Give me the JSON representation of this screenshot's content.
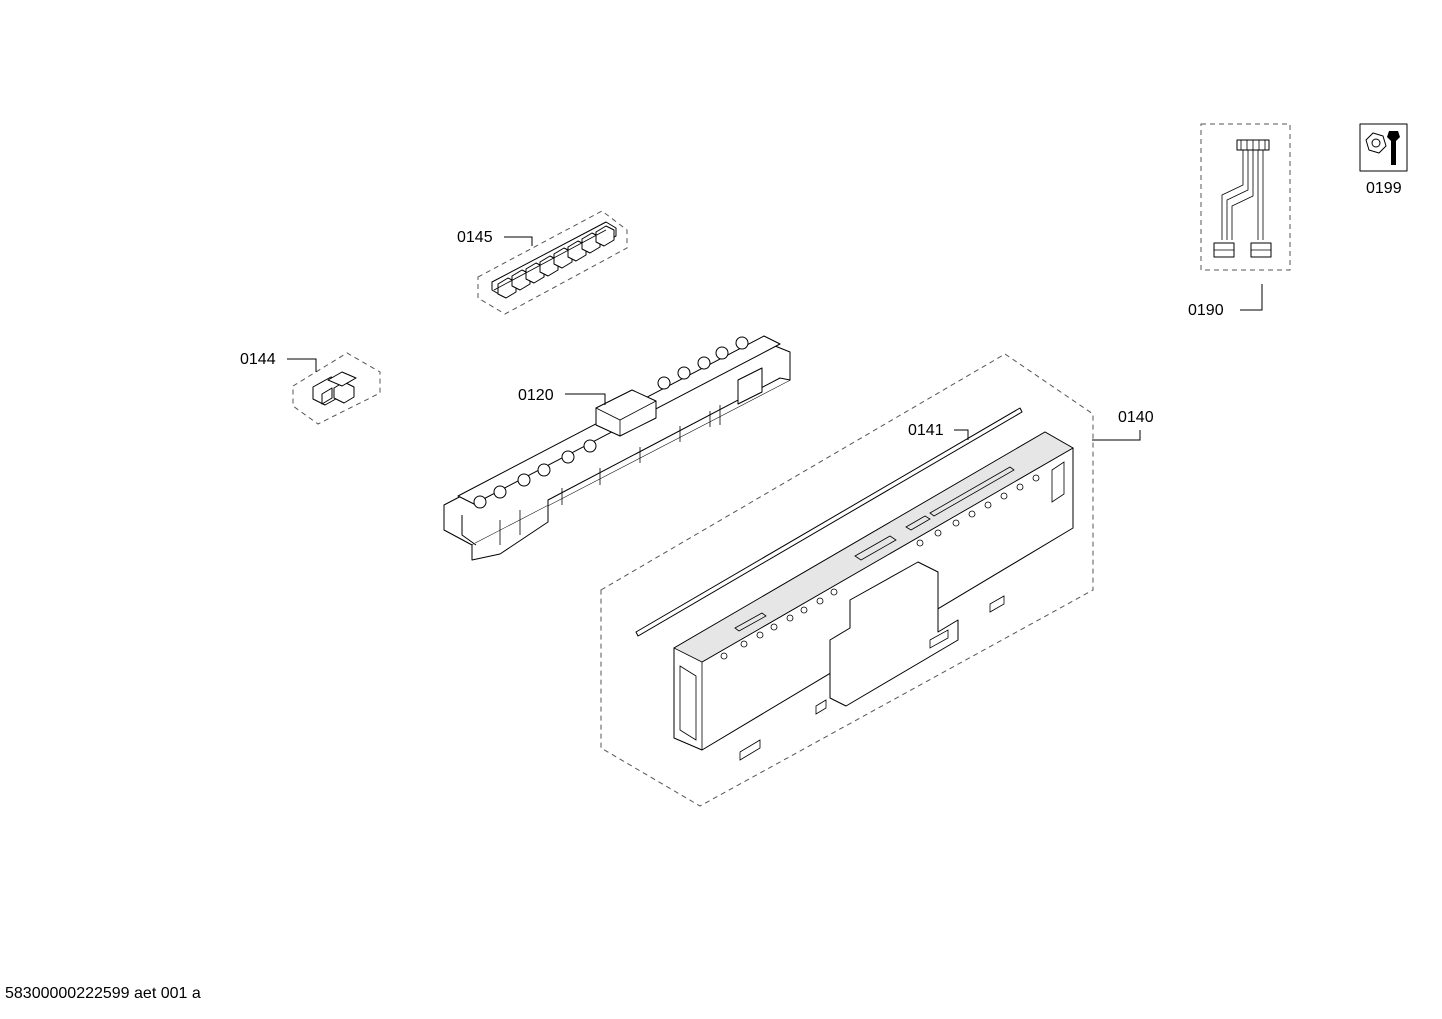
{
  "diagram": {
    "part_labels": {
      "p0120": "0120",
      "p0140": "0140",
      "p0141": "0141",
      "p0144": "0144",
      "p0145": "0145",
      "p0190": "0190",
      "p0199": "0199"
    },
    "footer": "58300000222599 aet 001 a",
    "icons": [
      "wrench-nut-icon"
    ]
  }
}
